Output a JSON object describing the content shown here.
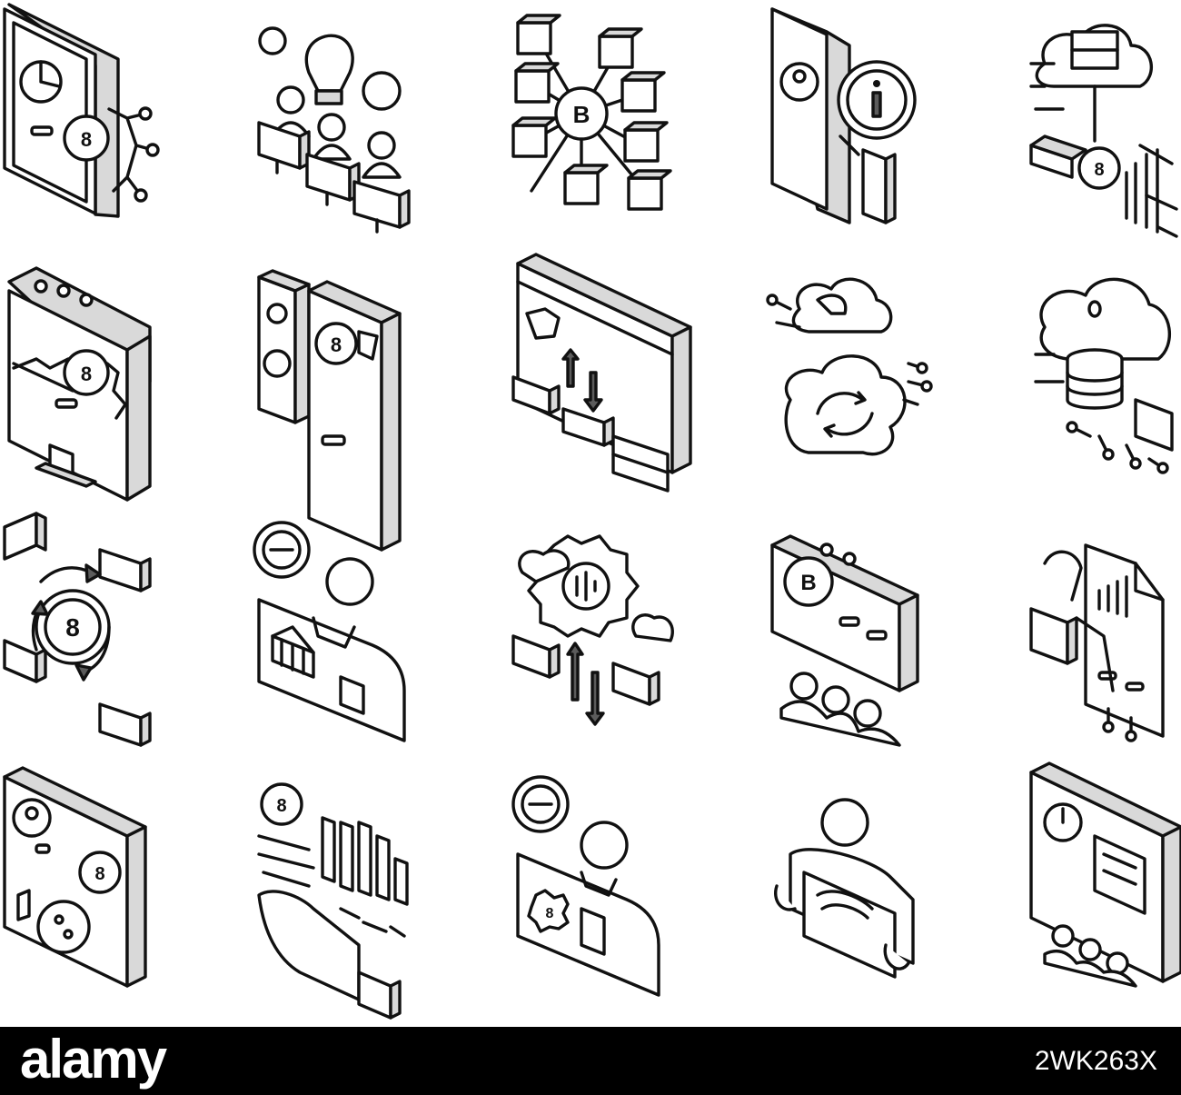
{
  "canvas": {
    "background": "#ffffff",
    "line_color": "#111111"
  },
  "footer": {
    "logo_text": "alamy",
    "stock_id": "2WK263X",
    "background": "#000000"
  },
  "icons": [
    {
      "name": "tablet-pie-chart-gear-icon",
      "glyph": "8"
    },
    {
      "name": "team-workstations-lightbulb-icon",
      "glyph": ""
    },
    {
      "name": "blockchain-network-cubes-icon",
      "glyph": "B"
    },
    {
      "name": "document-info-magnifier-icon",
      "glyph": ""
    },
    {
      "name": "cloud-server-chart-icon",
      "glyph": "8"
    },
    {
      "name": "monitor-chart-gear-icon",
      "glyph": "8"
    },
    {
      "name": "smartphone-remote-icon",
      "glyph": "8"
    },
    {
      "name": "browser-computers-transfer-icon",
      "glyph": ""
    },
    {
      "name": "cloud-sync-circuit-icon",
      "glyph": ""
    },
    {
      "name": "cloud-database-circuit-icon",
      "glyph": ""
    },
    {
      "name": "exchange-network-cycle-icon",
      "glyph": "8"
    },
    {
      "name": "banker-person-icon",
      "glyph": ""
    },
    {
      "name": "gear-cloud-exchange-icon",
      "glyph": ""
    },
    {
      "name": "crypto-board-audience-icon",
      "glyph": "B"
    },
    {
      "name": "document-growth-chart-icon",
      "glyph": ""
    },
    {
      "name": "browser-profile-coins-icon",
      "glyph": "8"
    },
    {
      "name": "hand-holding-chart-icon",
      "glyph": "8"
    },
    {
      "name": "business-person-gear-icon",
      "glyph": "8"
    },
    {
      "name": "person-reading-tablet-icon",
      "glyph": ""
    },
    {
      "name": "presentation-board-audience-icon",
      "glyph": ""
    }
  ]
}
